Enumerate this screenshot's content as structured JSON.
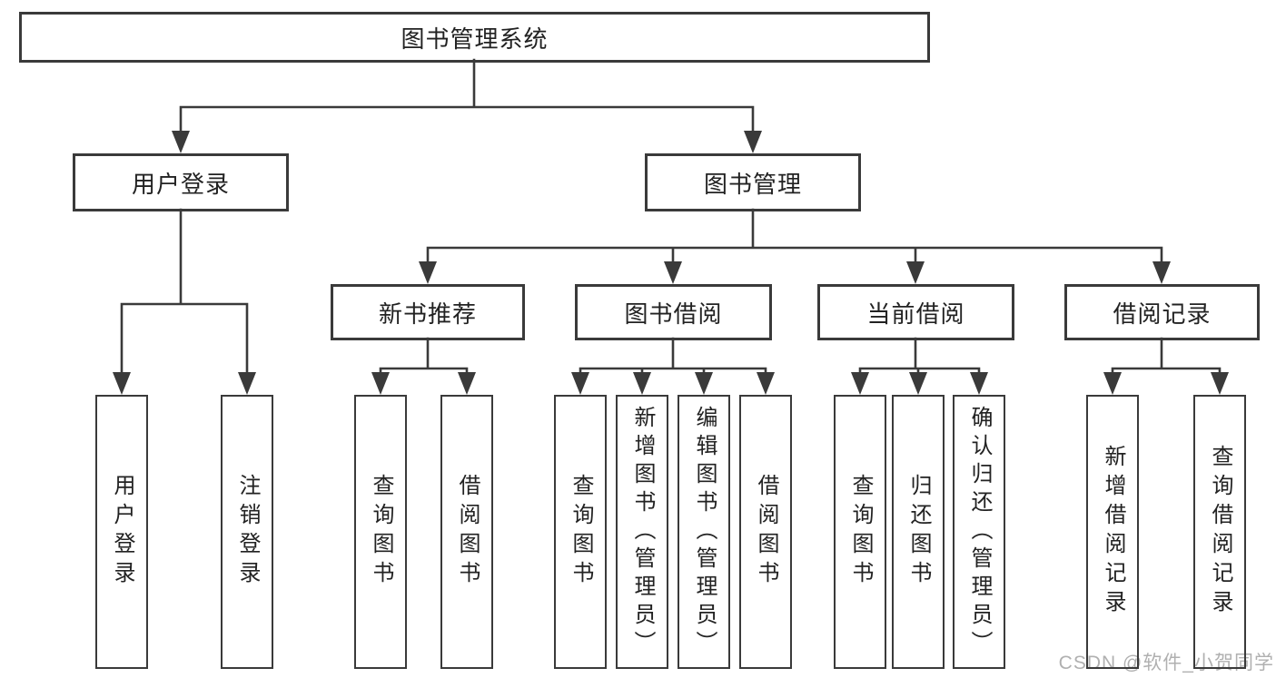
{
  "title": "图书管理系统",
  "tree": {
    "root": {
      "label": "图书管理系统"
    },
    "user_login": {
      "label": "用户登录",
      "children": [
        {
          "label": "用户登录"
        },
        {
          "label": "注销登录"
        }
      ]
    },
    "book_management": {
      "label": "图书管理",
      "groups": [
        {
          "label": "新书推荐",
          "children": [
            {
              "label": "查询图书"
            },
            {
              "label": "借阅图书"
            }
          ]
        },
        {
          "label": "图书借阅",
          "children": [
            {
              "label": "查询图书"
            },
            {
              "label": "新增图书（管理员）"
            },
            {
              "label": "编辑图书（管理员）"
            },
            {
              "label": "借阅图书"
            }
          ]
        },
        {
          "label": "当前借阅",
          "children": [
            {
              "label": "查询图书"
            },
            {
              "label": "归还图书"
            },
            {
              "label": "确认归还（管理员）"
            }
          ]
        },
        {
          "label": "借阅记录",
          "children": [
            {
              "label": "新增借阅记录"
            },
            {
              "label": "查询借阅记录"
            }
          ]
        }
      ]
    }
  },
  "watermark": {
    "text": "CSDN @软件_小贺同学"
  },
  "colors": {
    "line": "#3a3a3a",
    "border": "#3a3a3a",
    "text": "#222222",
    "watermark": "#b0b0b0",
    "background": "#ffffff"
  }
}
